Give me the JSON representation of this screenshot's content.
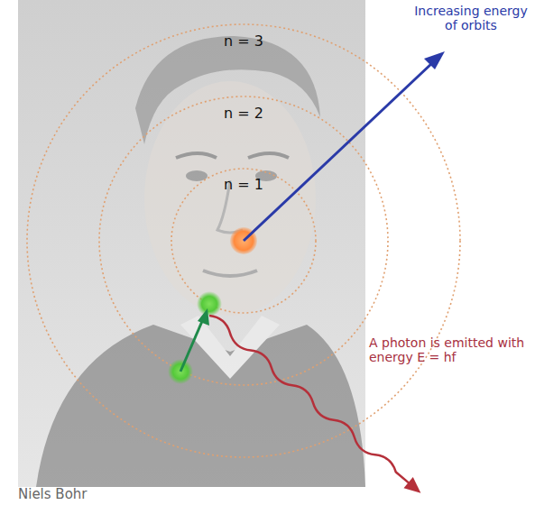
{
  "diagram": {
    "caption": "Niels Bohr",
    "labels": [
      "Increasing energy of orbits",
      "n = 3",
      "n = 2",
      "n = 1",
      "A photon is emitted with energy E = hf"
    ]
  }
}
